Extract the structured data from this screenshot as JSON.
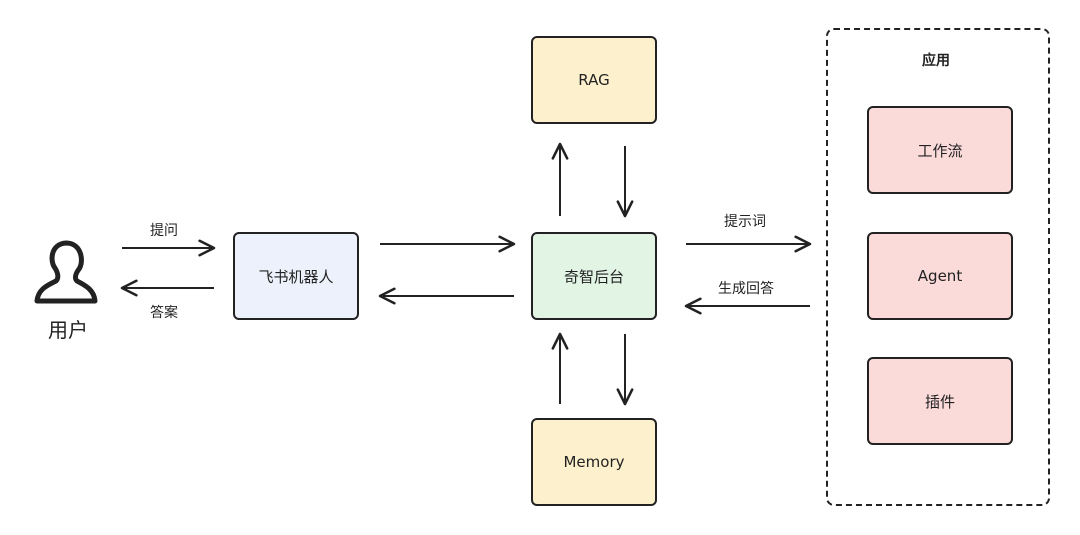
{
  "user": {
    "label": "用户",
    "icon": "user-icon"
  },
  "nodes": {
    "bot": {
      "label": "飞书机器人",
      "color": "#EDF1FC"
    },
    "backend": {
      "label": "奇智后台",
      "color": "#E2F4E4"
    },
    "rag": {
      "label": "RAG",
      "color": "#FDF0CC"
    },
    "memory": {
      "label": "Memory",
      "color": "#FDF0CC"
    }
  },
  "app_group": {
    "title": "应用",
    "items": [
      {
        "label": "工作流",
        "color": "#FBDADA"
      },
      {
        "label": "Agent",
        "color": "#FBDADA"
      },
      {
        "label": "插件",
        "color": "#FBDADA"
      }
    ]
  },
  "edges": {
    "ask": "提问",
    "answer": "答案",
    "prompt": "提示词",
    "generate_answer": "生成回答"
  }
}
